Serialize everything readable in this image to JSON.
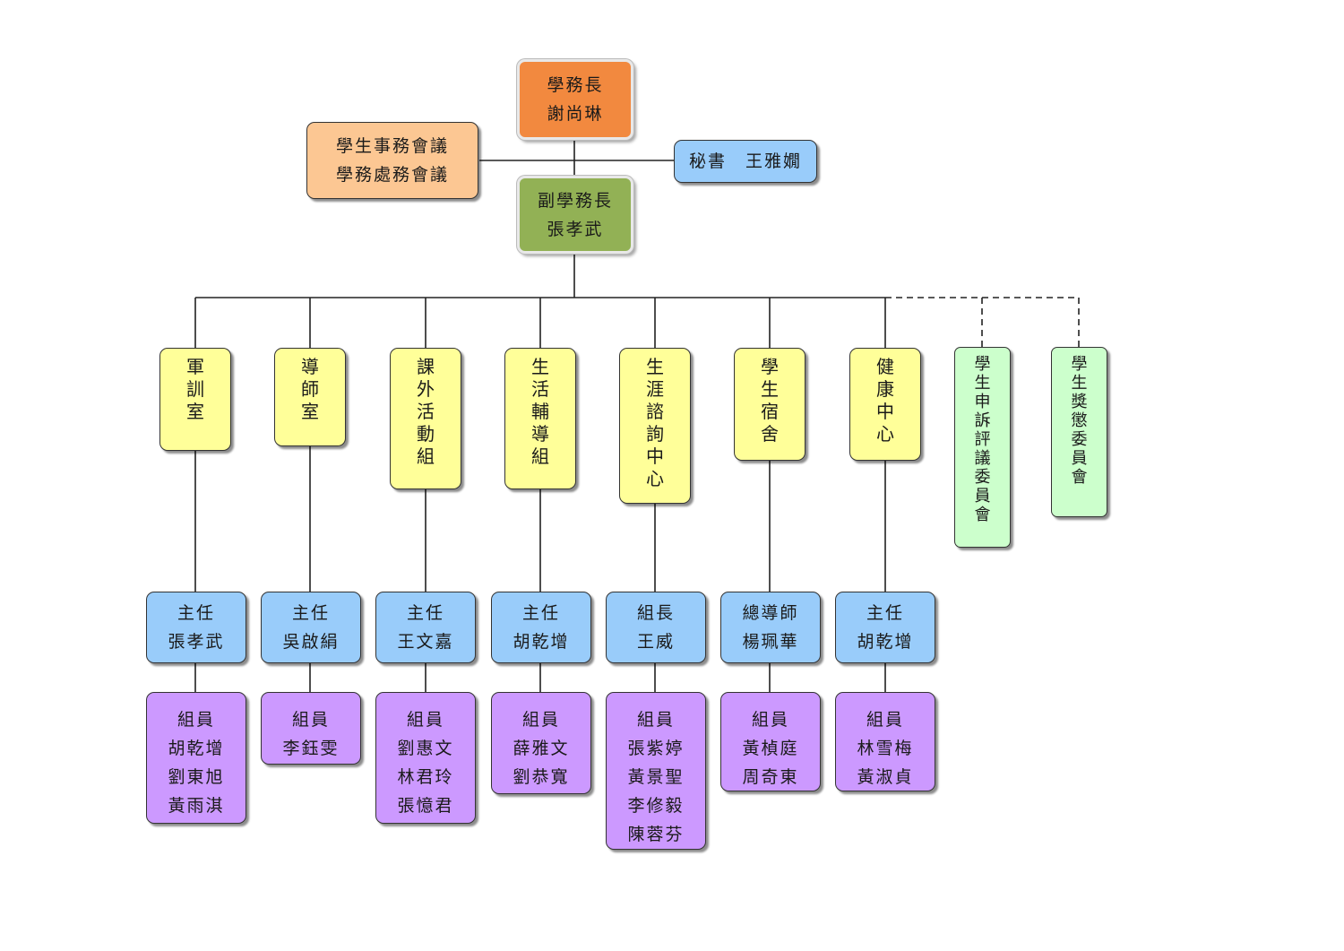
{
  "dean": {
    "title": "學務長",
    "name": "謝尚琳"
  },
  "meetings": {
    "line1": "學生事務會議",
    "line2": "學務處務會議"
  },
  "secretary": {
    "label": "秘書　王雅嫺"
  },
  "vice_dean": {
    "title": "副學務長",
    "name": "張孝武"
  },
  "units": [
    {
      "name": "軍訓室",
      "head_title": "主任",
      "head_name": "張孝武",
      "members_title": "組員",
      "members": [
        "胡乾增",
        "劉東旭",
        "黃雨淇"
      ]
    },
    {
      "name": "導師室",
      "head_title": "主任",
      "head_name": "吳啟絹",
      "members_title": "組員",
      "members": [
        "李鈺雯"
      ]
    },
    {
      "name": "課外活動組",
      "head_title": "主任",
      "head_name": "王文嘉",
      "members_title": "組員",
      "members": [
        "劉惠文",
        "林君玲",
        "張憶君"
      ]
    },
    {
      "name": "生活輔導組",
      "head_title": "主任",
      "head_name": "胡乾增",
      "members_title": "組員",
      "members": [
        "薛雅文",
        "劉恭寬"
      ]
    },
    {
      "name": "生涯諮詢中心",
      "head_title": "組長",
      "head_name": "王威",
      "members_title": "組員",
      "members": [
        "張紫婷",
        "黃景聖",
        "李修毅",
        "陳蓉芬"
      ]
    },
    {
      "name": "學生宿舍",
      "head_title": "總導師",
      "head_name": "楊珮華",
      "members_title": "組員",
      "members": [
        "黃楨庭",
        "周奇東"
      ]
    },
    {
      "name": "健康中心",
      "head_title": "主任",
      "head_name": "胡乾增",
      "members_title": "組員",
      "members": [
        "林雪梅",
        "黃淑貞"
      ]
    }
  ],
  "committees": [
    "學生申訴評議委員會",
    "學生獎懲委員會"
  ],
  "colors": {
    "dean": "#f2893f",
    "meetings": "#fcc793",
    "secretary": "#99ccfa",
    "vice_dean": "#92b155",
    "unit": "#ffff99",
    "head": "#99ccfa",
    "members": "#cc99ff",
    "committee": "#ccffcc"
  }
}
